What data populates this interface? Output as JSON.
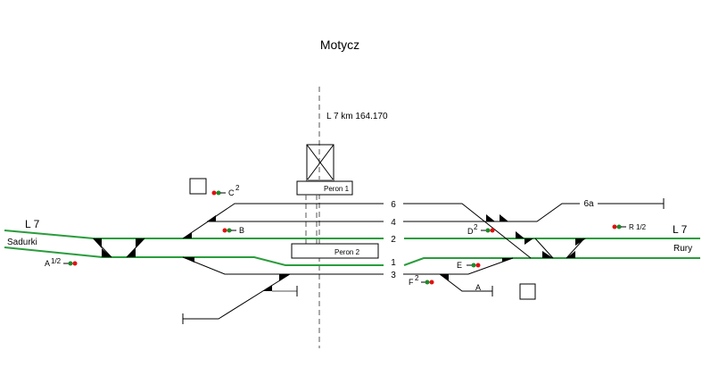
{
  "title": "Motycz",
  "axis_label": "L 7  km  164.170",
  "colors": {
    "main_track": "#2a9d3c",
    "side_track": "#000000",
    "signal_red": "#e01010",
    "signal_green": "#1e8a2a"
  },
  "lines": {
    "left_line": "L 7",
    "left_destination": "Sadurki",
    "right_line": "L 7",
    "right_destination": "Rury"
  },
  "platforms": {
    "peron1": "Peron 1",
    "peron2": "Peron 2"
  },
  "tracks": {
    "t6": "6",
    "t4": "4",
    "t2": "2",
    "t1": "1",
    "t3": "3",
    "t6a": "6a",
    "tA": "A"
  },
  "signals": {
    "A": {
      "name": "A",
      "sup": "1/2"
    },
    "B": {
      "name": "B",
      "sup": ""
    },
    "C": {
      "name": "C",
      "sup": "2"
    },
    "D": {
      "name": "D",
      "sup": "2"
    },
    "E": {
      "name": "E",
      "sup": ""
    },
    "F": {
      "name": "F",
      "sup": "2"
    },
    "R": {
      "name": "R 1/2",
      "sup": ""
    }
  }
}
